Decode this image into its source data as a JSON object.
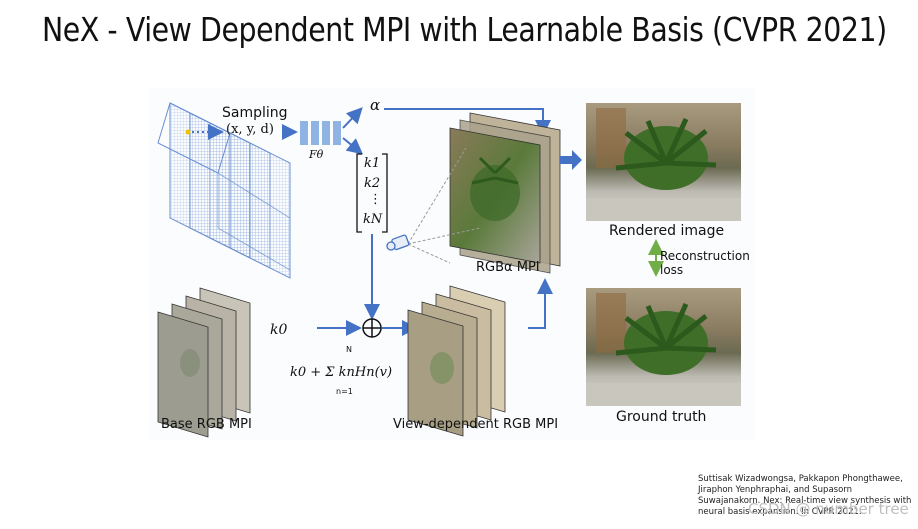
{
  "title": "NeX - View Dependent MPI with Learnable Basis (CVPR 2021)",
  "diagram": {
    "sampling_label": "Sampling",
    "sampling_coords": "(x, y, d)",
    "f_theta": "Fθ",
    "alpha": "α",
    "k1": "k1",
    "k2": "k2",
    "kdots": "⋮",
    "kN": "kN",
    "k0": "k0",
    "formula": "k0 + Σ knHn(v)",
    "sum_top": "N",
    "sum_bottom": "n=1",
    "rgba_mpi": "RGBα  MPI",
    "rendered_image": "Rendered image",
    "reconstruction_loss": "Reconstruction\nloss",
    "ground_truth": "Ground truth",
    "base_rgb_mpi": "Base RGB MPI",
    "view_dependent_rgb_mpi": "View-dependent RGB MPI"
  },
  "colors": {
    "arrow": "#4472c4",
    "mlp": "#8fb4e3",
    "loss_arrow": "#70ad47"
  },
  "citation": "Suttisak Wizadwongsa, Pakkapon Phongthawee, Jiraphon Yenphraphai, and Supasorn Suwajanakorn. Nex: Real-time view synthesis with neural basis expansion. In CVPR 2021.",
  "watermark": "CSDN @ number tree"
}
